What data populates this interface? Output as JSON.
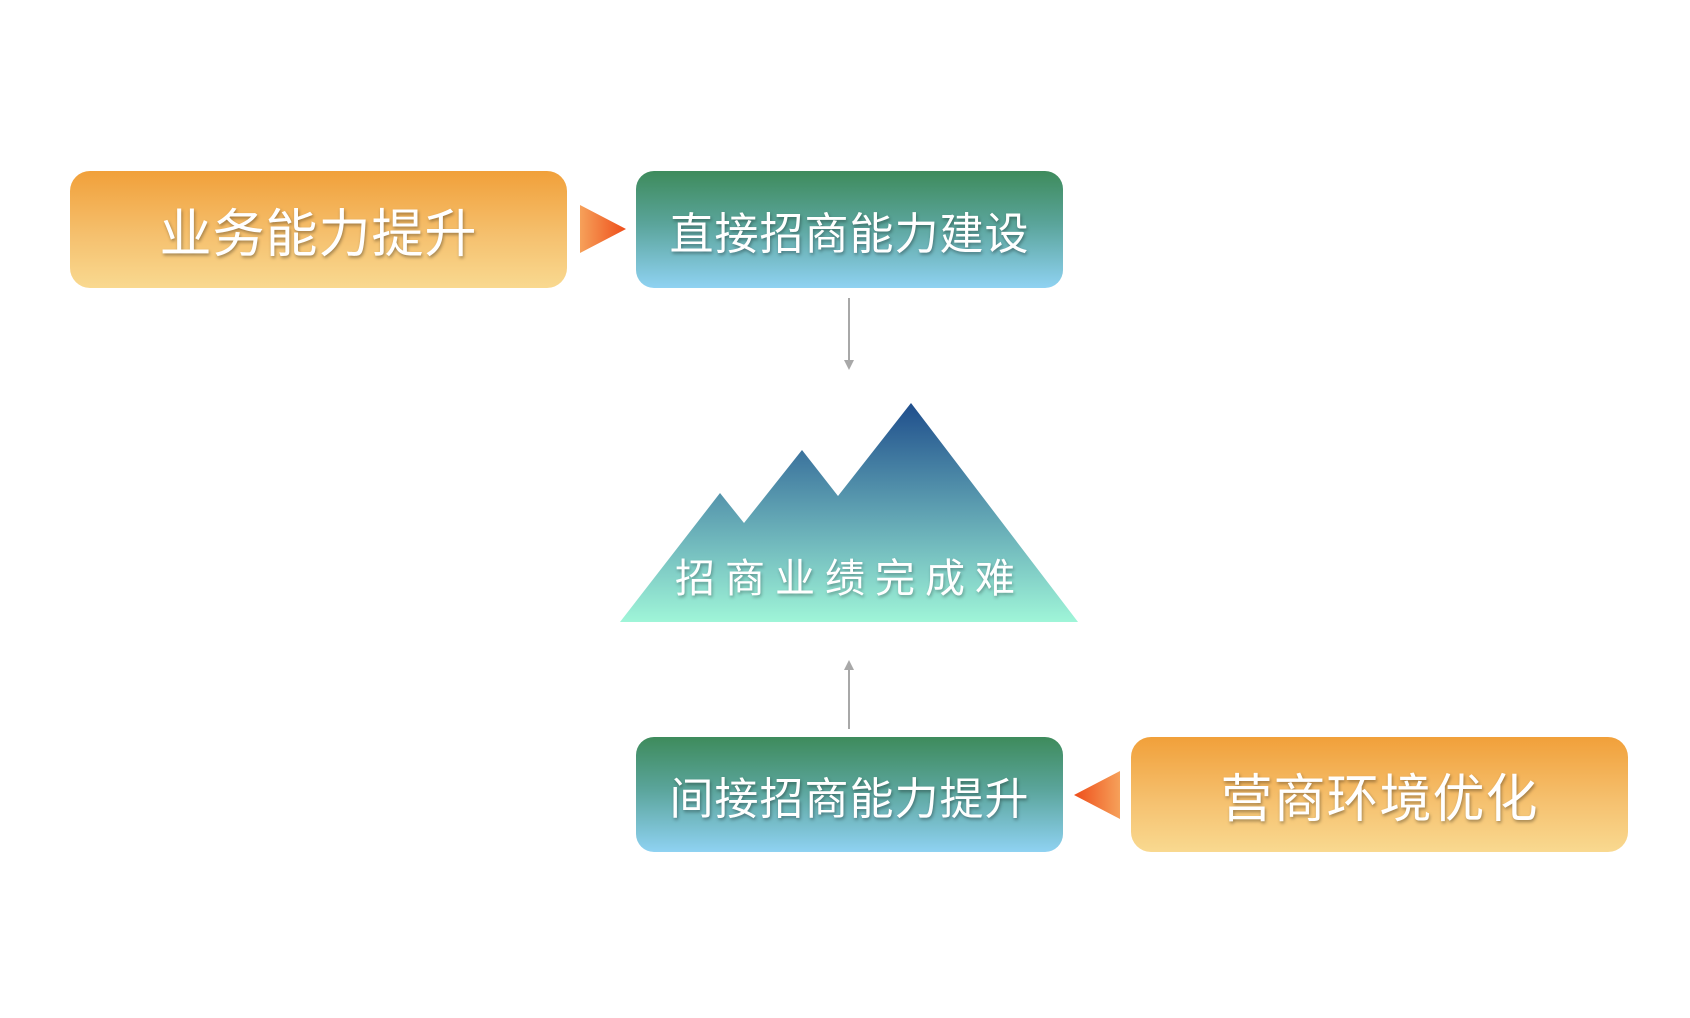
{
  "diagram": {
    "top_left": "业务能力提升",
    "top_center": "直接招商能力建设",
    "center": "招商业绩完成难",
    "bottom_center": "间接招商能力提升",
    "bottom_right": "营商环境优化"
  },
  "colors": {
    "orange_top": "#f1a03a",
    "orange_bottom": "#f9d990",
    "teal_top": "#3e8b5c",
    "teal_bottom": "#8fd2f2",
    "mountain_top": "#1f4e8c",
    "mountain_bottom": "#9ff5d8",
    "pointer_dark": "#ee5a1f",
    "pointer_light": "#f6a15a",
    "connector": "#a8a8a8"
  }
}
